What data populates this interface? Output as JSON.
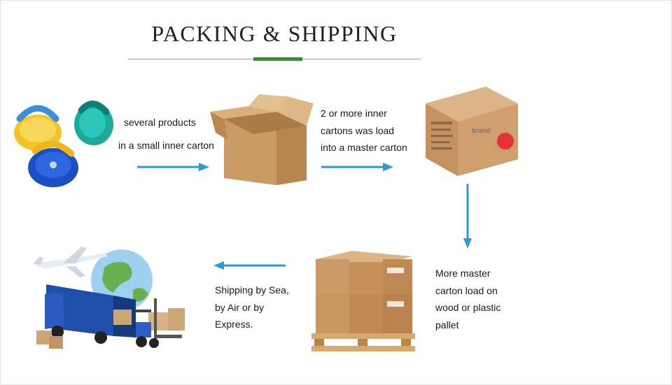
{
  "title": "PACKING & SHIPPING",
  "steps": {
    "step1": {
      "line1": "several products",
      "line2": "in a small inner carton"
    },
    "step2": {
      "line1": "2 or more inner",
      "line2": "cartons was load",
      "line3": "into a master carton"
    },
    "step3": {
      "line1": "More master",
      "line2": "carton load on",
      "line3": "wood or plastic",
      "line4": "pallet"
    },
    "step4": {
      "line1": "Shipping by Sea,",
      "line2": "by Air or by",
      "line3": "Express."
    }
  },
  "colors": {
    "accent_green": "#3d8b3a",
    "arrow_blue": "#2b9ad6",
    "carton_brown": "#c99a63"
  },
  "icons": [
    "suction-cups-illustration",
    "open-carton-illustration",
    "master-carton-illustration",
    "pallet-illustration",
    "shipping-illustration",
    "right-arrow-icon",
    "down-arrow-icon",
    "left-arrow-icon"
  ]
}
